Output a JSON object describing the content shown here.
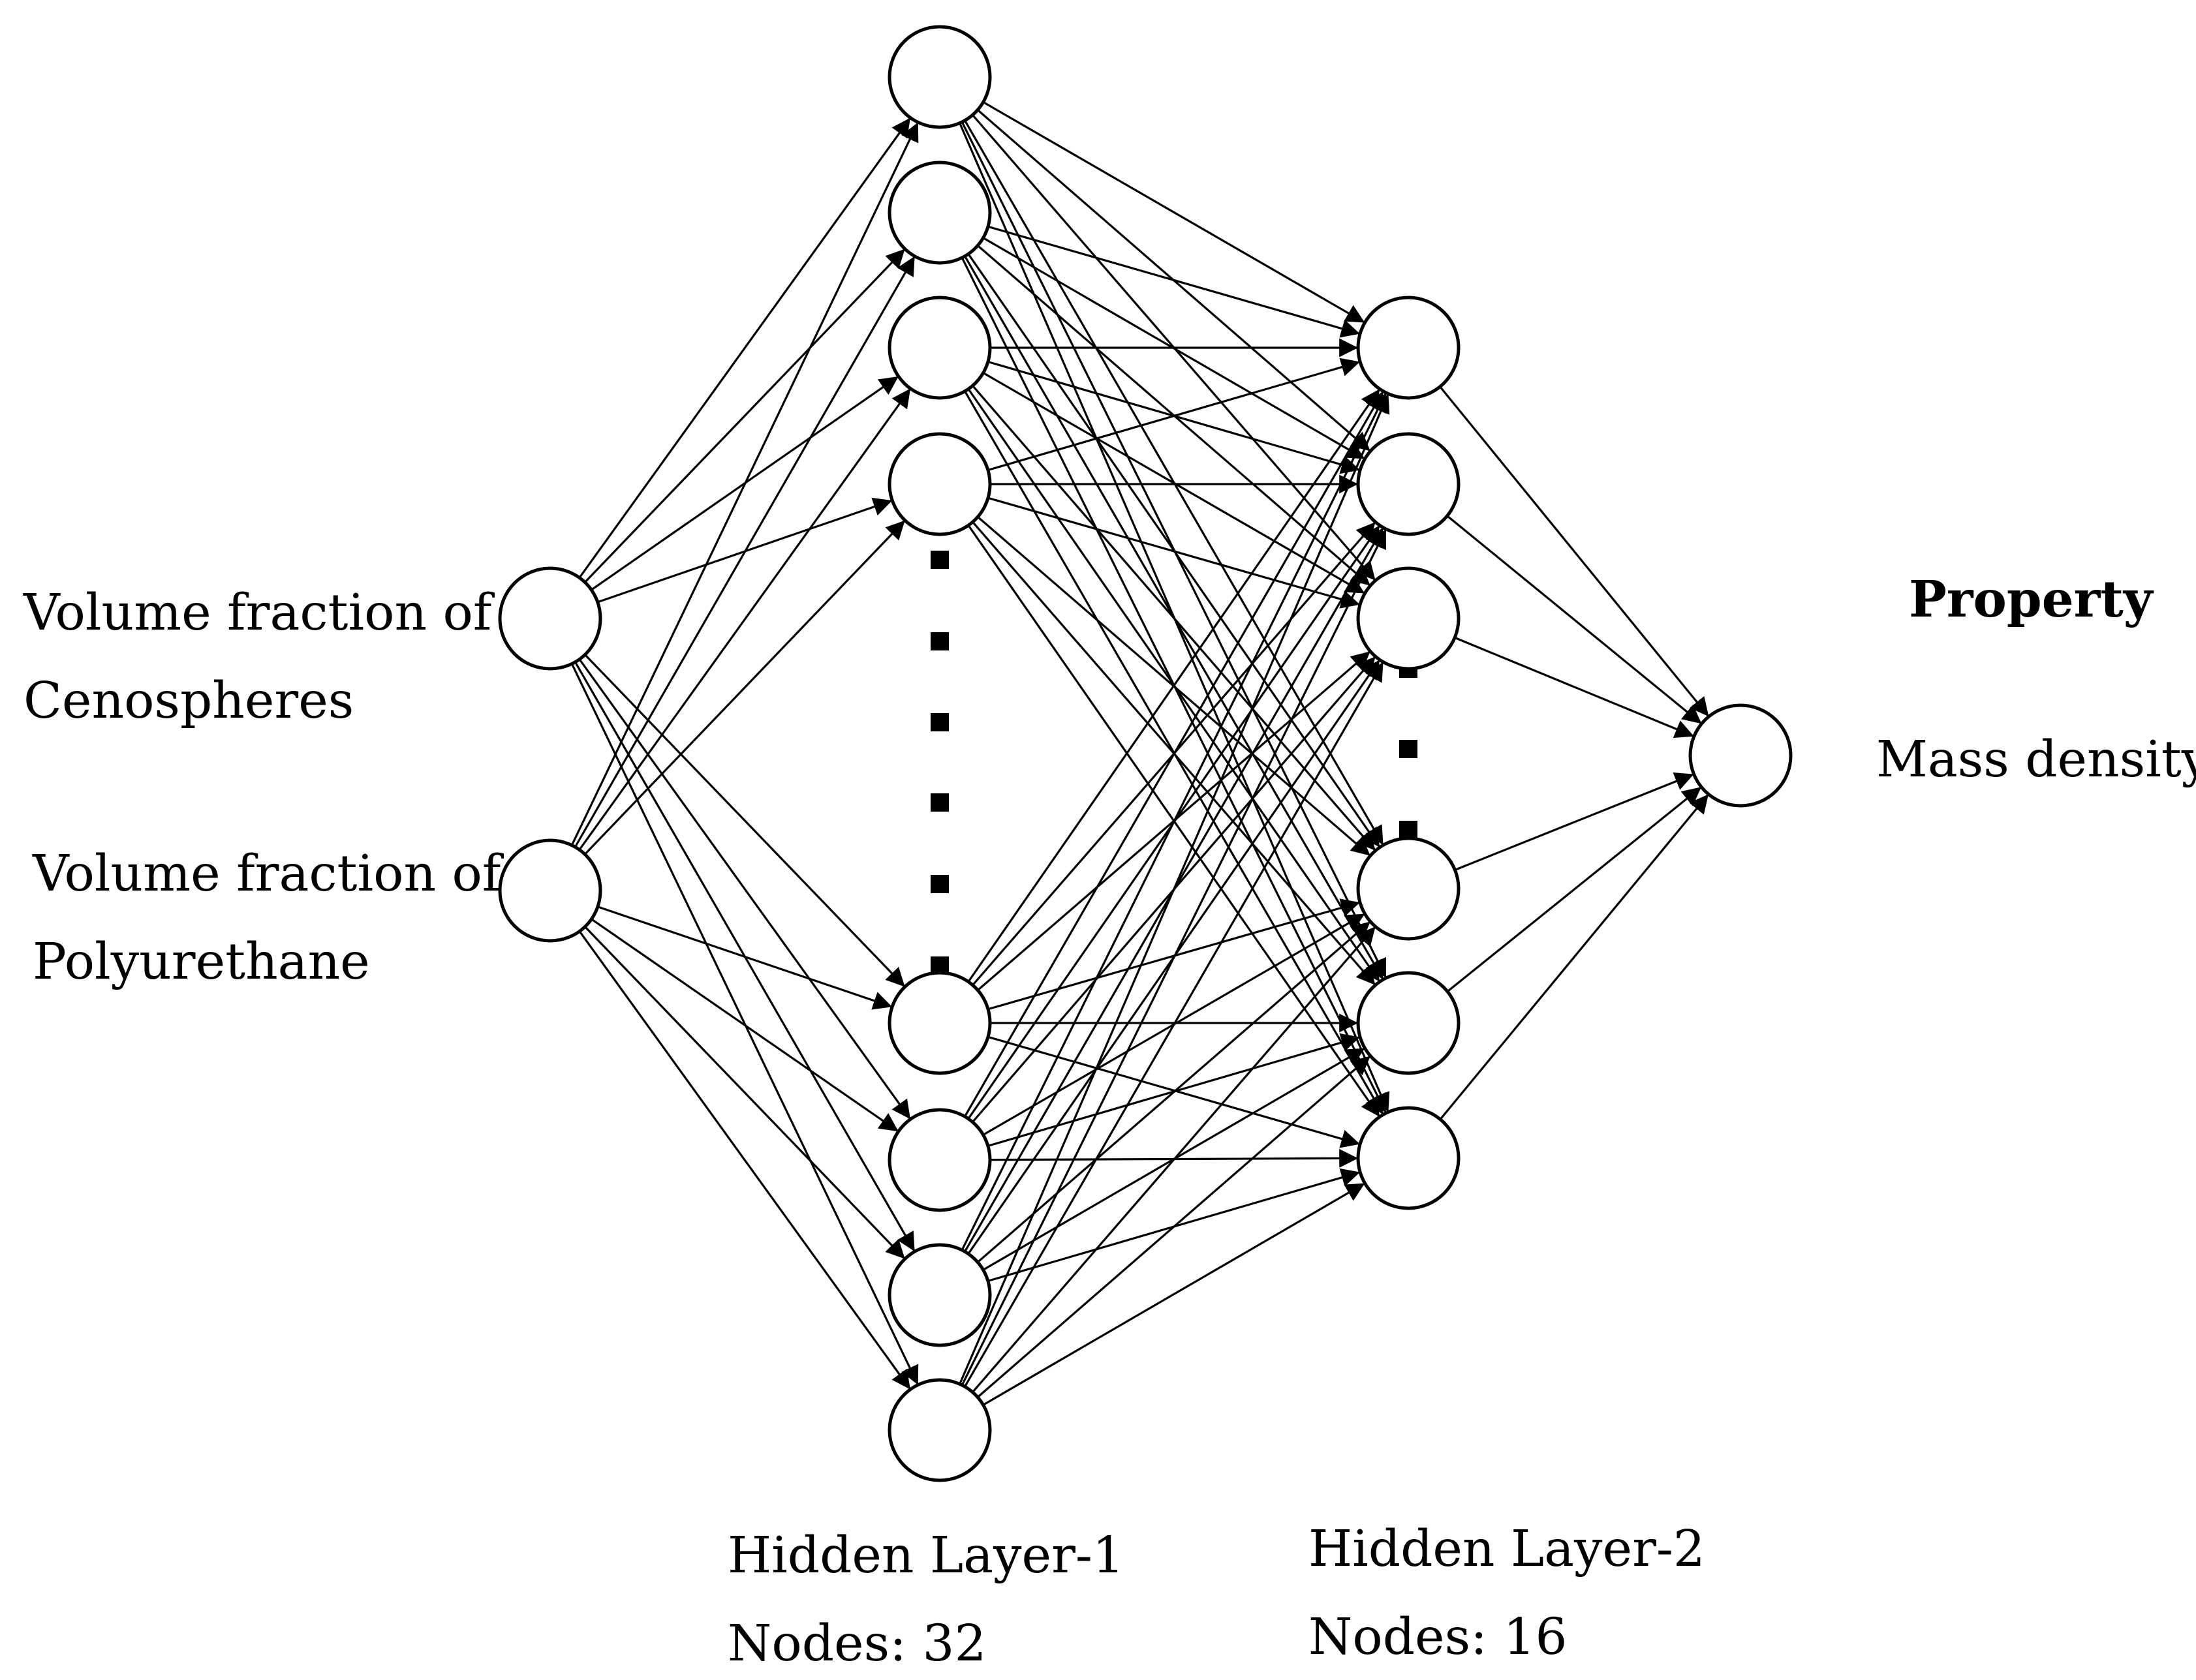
{
  "inputs": {
    "cenospheres": {
      "line1": "Volume fraction of",
      "line2": "Cenospheres"
    },
    "polyurethane": {
      "line1": "Volume fraction of",
      "line2": "Polyurethane"
    }
  },
  "hidden_layer_1": {
    "title": "Hidden Layer-1",
    "nodes_label": "Nodes: 32"
  },
  "hidden_layer_2": {
    "title": "Hidden Layer-2",
    "nodes_label": "Nodes: 16"
  },
  "output": {
    "heading": "Property",
    "name": "Mass density"
  },
  "colors": {
    "stroke": "#000000",
    "background": "#ffffff"
  }
}
